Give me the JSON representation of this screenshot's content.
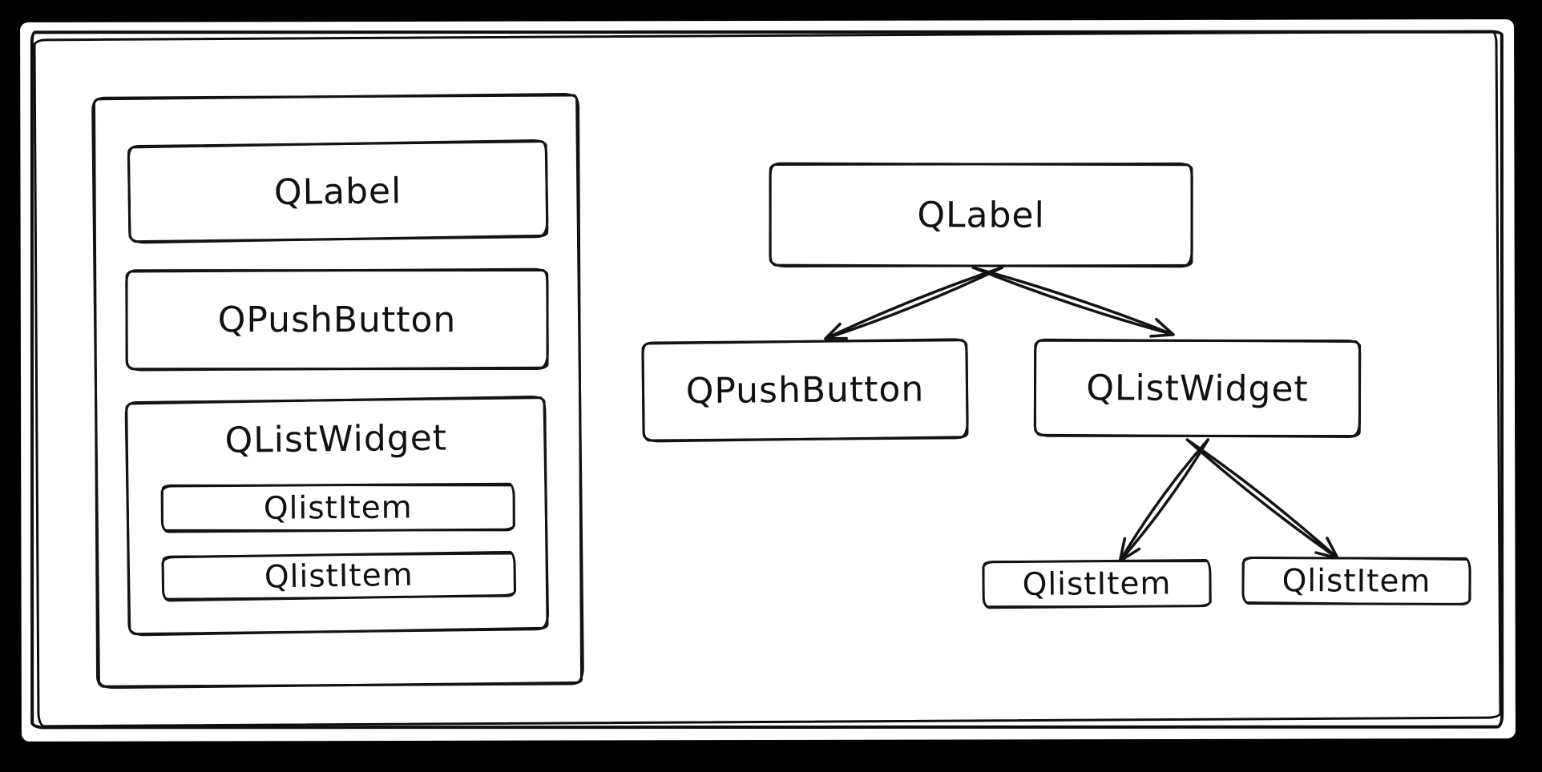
{
  "scene": {
    "background": "#000000",
    "page_background": "#ffffff",
    "ink": "#131313"
  },
  "window_mockup": {
    "label": "QLabel",
    "button": "QPushButton",
    "list": "QListWidget",
    "list_items": [
      "QlistItem",
      "QlistItem"
    ]
  },
  "tree": {
    "root": "QLabel",
    "children": [
      "QPushButton",
      "QListWidget"
    ],
    "leaves": [
      "QlistItem",
      "QlistItem"
    ]
  }
}
